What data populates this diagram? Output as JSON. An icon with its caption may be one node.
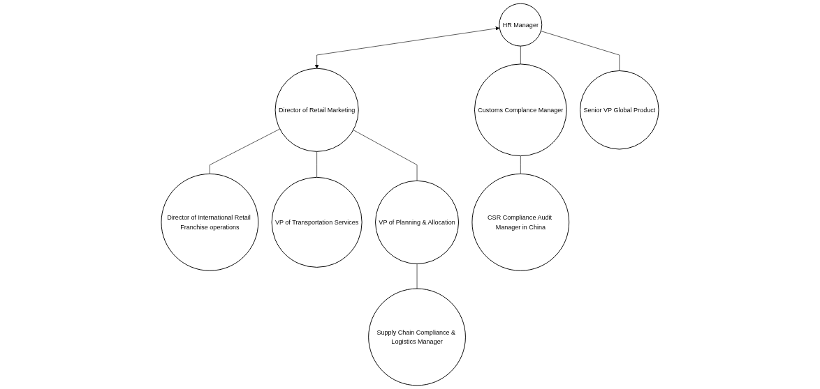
{
  "diagram": {
    "nodes": [
      {
        "text": [
          "HR Manager"
        ]
      },
      {
        "text": [
          "Director of Retail Marketing"
        ]
      },
      {
        "text": [
          "Customs Complance Manager"
        ]
      },
      {
        "text": [
          "Senior VP Global Product"
        ]
      },
      {
        "text": [
          "Director of International Retail Franchise operations"
        ]
      },
      {
        "text": [
          "VP of Transportation Services"
        ]
      },
      {
        "text": [
          "CSR Compliance Audit Manager in China"
        ]
      },
      {
        "text": [
          "VP of Planning & Allocation"
        ]
      },
      {
        "text": [
          "Supply Chain Compliance & Logistics Manager"
        ]
      }
    ],
    "edges": [
      {
        "from": 0,
        "to": 1,
        "arrow": "both"
      },
      {
        "from": 0,
        "to": 2,
        "arrow": "none"
      },
      {
        "from": 0,
        "to": 3,
        "arrow": "none"
      },
      {
        "from": 2,
        "to": 6,
        "arrow": "none"
      },
      {
        "from": 1,
        "to": 4,
        "arrow": "none"
      },
      {
        "from": 1,
        "to": 5,
        "arrow": "none"
      },
      {
        "from": 1,
        "to": 7,
        "arrow": "none"
      },
      {
        "from": 7,
        "to": 8,
        "arrow": "none"
      }
    ]
  }
}
